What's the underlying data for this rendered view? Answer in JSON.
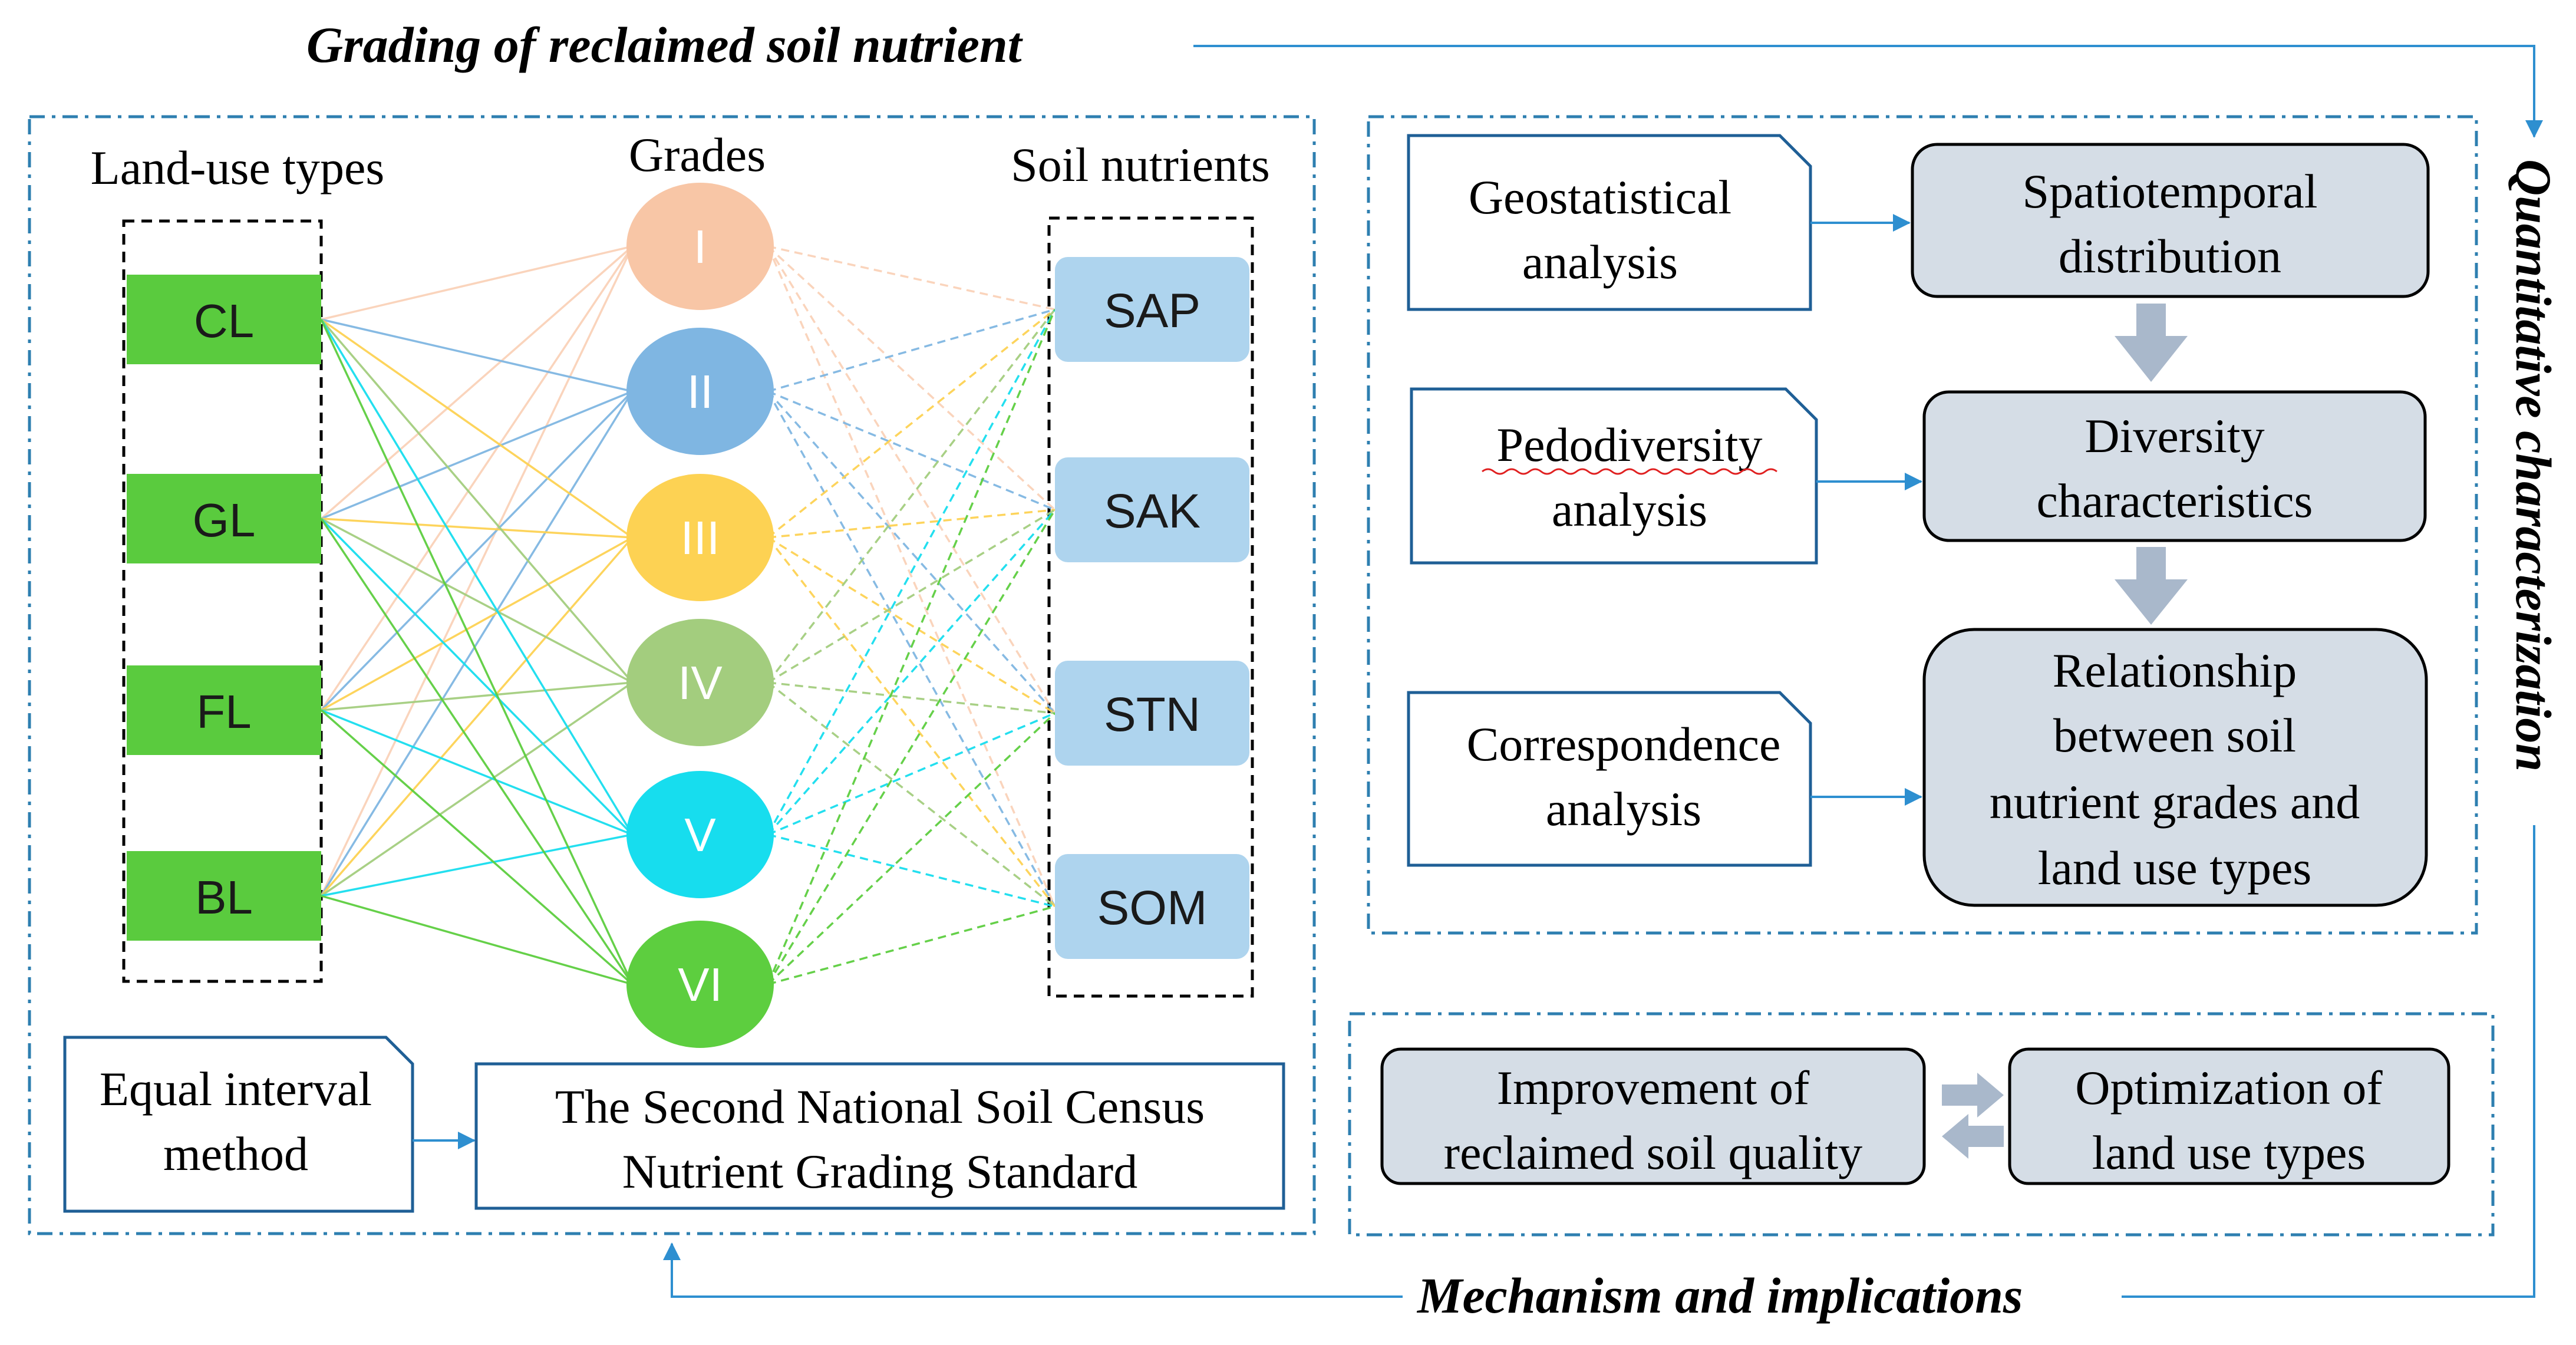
{
  "titles": {
    "grading": "Grading of reclaimed soil nutrient",
    "quantitative": "Quantitative characterization",
    "mechanism": "Mechanism and implications"
  },
  "grading_panel": {
    "land_use_header": "Land-use types",
    "grades_header": "Grades",
    "nutrients_header": "Soil nutrients",
    "land_use_types": [
      "CL",
      "GL",
      "FL",
      "BL"
    ],
    "grades": [
      {
        "label": "I",
        "color": "#F8C6A6"
      },
      {
        "label": "II",
        "color": "#7FB6E2"
      },
      {
        "label": "III",
        "color": "#FDD253"
      },
      {
        "label": "IV",
        "color": "#A3CD7E"
      },
      {
        "label": "V",
        "color": "#17DDEE"
      },
      {
        "label": "VI",
        "color": "#5DCE3F"
      }
    ],
    "soil_nutrients": [
      "SAP",
      "SAK",
      "STN",
      "SOM"
    ],
    "method_line1": "Equal interval",
    "method_line2": "method",
    "standard_line1": "The Second National Soil Census",
    "standard_line2": "Nutrient Grading Standard"
  },
  "quant_panel": {
    "geostat": [
      "Geostatistical",
      "analysis"
    ],
    "spatio": [
      "Spatiotemporal",
      "distribution"
    ],
    "pedodiv": [
      "Pedodiversity",
      "analysis"
    ],
    "diversity": [
      "Diversity",
      "characteristics"
    ],
    "corresp": [
      "Correspondence",
      "analysis"
    ],
    "relationship": [
      "Relationship",
      "between soil",
      "nutrient grades and",
      "land use types"
    ]
  },
  "mechanism_panel": {
    "improvement": [
      "Improvement of",
      "reclaimed soil quality"
    ],
    "optimization": [
      "Optimization of",
      "land use types"
    ]
  },
  "colors": {
    "panel_border": "#2E7FB0",
    "arrow": "#2E8FD0",
    "land_box": "#5ACB3E",
    "nutrient_box": "#AED4EE",
    "gray_box": "#D5DDE6",
    "doc_border": "#1F5F96",
    "thick_arrow": "#A9B8CB"
  }
}
